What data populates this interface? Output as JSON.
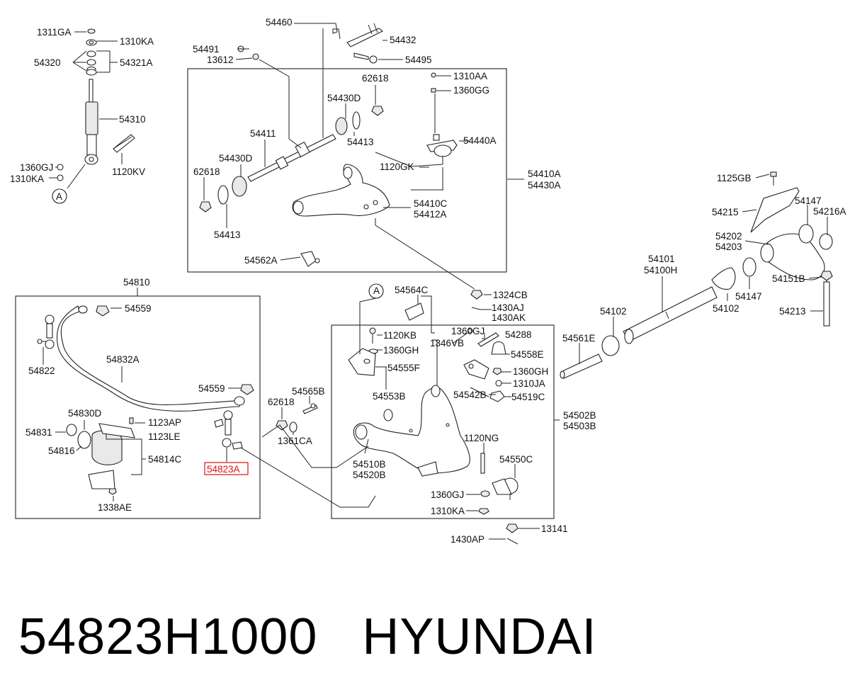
{
  "caption": {
    "part_number": "54823H1000",
    "brand": "HYUNDAI"
  },
  "highlighted_callout": "54823A",
  "callouts": {
    "c1311GA": "1311GA",
    "c1310KA_top": "1310KA",
    "c54320": "54320",
    "c54321A": "54321A",
    "c54310": "54310",
    "c1360GJ_left": "1360GJ",
    "c1310KA_left": "1310KA",
    "c1120KV": "1120KV",
    "cA_top": "A",
    "c54460": "54460",
    "c54432": "54432",
    "c54491": "54491",
    "c13612": "13612",
    "c54495": "54495",
    "c62618_top": "62618",
    "c1310AA": "1310AA",
    "c1360GG": "1360GG",
    "c54430D_top": "54430D",
    "c54411": "54411",
    "c54413_top": "54413",
    "c54440A": "54440A",
    "c54430D_mid": "54430D",
    "c1120GK": "1120GK",
    "c62618_left": "62618",
    "c54410A": "54410A",
    "c54430A": "54430A",
    "c54410C": "54410C",
    "c54412A": "54412A",
    "c54413_bot": "54413",
    "c54562A": "54562A",
    "c1125GB": "1125GB",
    "c54147_top": "54147",
    "c54215": "54215",
    "c54216A": "54216A",
    "c54202": "54202",
    "c54203": "54203",
    "c54101": "54101",
    "c54100H": "54100H",
    "c54151B": "54151B",
    "c54147_bot": "54147",
    "c54102_right": "54102",
    "c54213": "54213",
    "c54102_left": "54102",
    "c54561E": "54561E",
    "c1324CB": "1324CB",
    "c1430AJ": "1430AJ",
    "c1430AK": "1430AK",
    "cA_mid": "A",
    "c54564C": "54564C",
    "c1120KB": "1120KB",
    "c1360GH_a": "1360GH",
    "c1360GJ_mid": "1360GJ",
    "c54288": "54288",
    "c1346VB": "1346VB",
    "c54558E": "54558E",
    "c54555F": "54555F",
    "c1360GH_b": "1360GH",
    "c1310JA": "1310JA",
    "c54542B": "54542B",
    "c54519C": "54519C",
    "c54553B": "54553B",
    "c54502B": "54502B",
    "c54503B": "54503B",
    "c54565B": "54565B",
    "c62618_mid": "62618",
    "c1361CA": "1361CA",
    "c1120NG": "1120NG",
    "c54550C": "54550C",
    "c54510B": "54510B",
    "c54520B": "54520B",
    "c1360GJ_bot": "1360GJ",
    "c1310KA_bot": "1310KA",
    "c13141": "13141",
    "c1430AP": "1430AP",
    "c54810": "54810",
    "c54559_top": "54559",
    "c54822": "54822",
    "c54832A": "54832A",
    "c54559_mid": "54559",
    "c54830D": "54830D",
    "c1123AP": "1123AP",
    "c1123LE": "1123LE",
    "c54831": "54831",
    "c54816": "54816",
    "c54814C": "54814C",
    "c1338AE": "1338AE"
  }
}
